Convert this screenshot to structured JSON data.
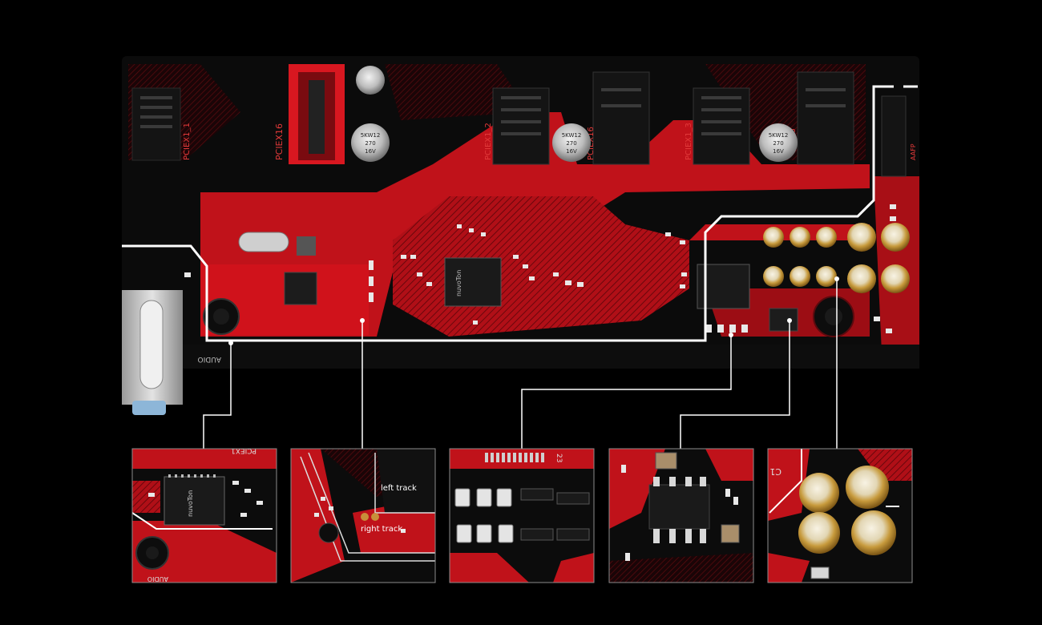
{
  "board": {
    "slot_labels": [
      "PCIEX1_1",
      "PCIEX16",
      "PCIEX1_2",
      "PCIEX16",
      "PCIEX1_3",
      "X16"
    ],
    "capacitor_text": [
      "5KW12",
      "270",
      "16V"
    ],
    "main_chip_brand": "nuvoTon",
    "audio_label": "AUDIO",
    "side_label": "AAFP"
  },
  "insets": {
    "inset1": {
      "chip_brand": "nuvoTon",
      "slot_text": "PCIEX1",
      "audio_label": "AUDIO"
    },
    "inset2": {
      "left_label": "left track",
      "right_label": "right track"
    },
    "inset3": {
      "pin_number": "23"
    },
    "inset4": {},
    "inset5": {
      "edge_text": "C1"
    }
  },
  "colors": {
    "pcb_red": "#d0121b",
    "pcb_dark": "#0b0b0b",
    "callout_line": "#ffffff",
    "inset_border": "#8c8c8c"
  }
}
